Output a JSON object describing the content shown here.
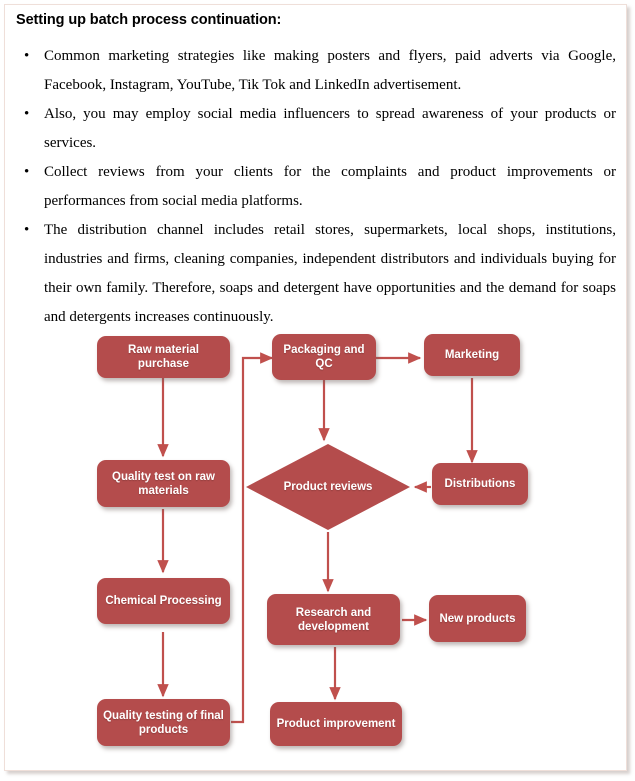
{
  "document": {
    "heading": "Setting up batch process continuation:",
    "bullet_marker": "•",
    "bullets": [
      "Common marketing strategies  like making posters and flyers, paid adverts via Google, Facebook, Instagram, YouTube, Tik Tok and LinkedIn advertisement.",
      "Also, you may employ social media influencers to spread awareness of your products or services.",
      " Collect reviews from your clients for the complaints and product improvements or performances from social media platforms.",
      "The distribution channel includes retail stores, supermarkets, local shops, institutions, industries and firms, cleaning companies, independent distributors and individuals buying for their own family. Therefore, soaps and detergent have opportunities and the demand for soaps and detergents increases continuously."
    ]
  },
  "flowchart": {
    "node_fill_color": "#B44C4C",
    "connector_color": "#C0504D",
    "node_text_color": "#FFFFFF",
    "nodes": {
      "raw_material_purchase": "Raw material purchase",
      "packaging_and_qc": "Packaging and QC",
      "marketing": "Marketing",
      "quality_test_raw_materials": "Quality test on raw materials",
      "product_reviews": "Product reviews",
      "distributions": "Distributions",
      "chemical_processing": "Chemical Processing",
      "research_and_development": "Research and development",
      "new_products": "New products",
      "quality_testing_final_products": "Quality testing of final products",
      "product_improvement": "Product improvement"
    }
  }
}
